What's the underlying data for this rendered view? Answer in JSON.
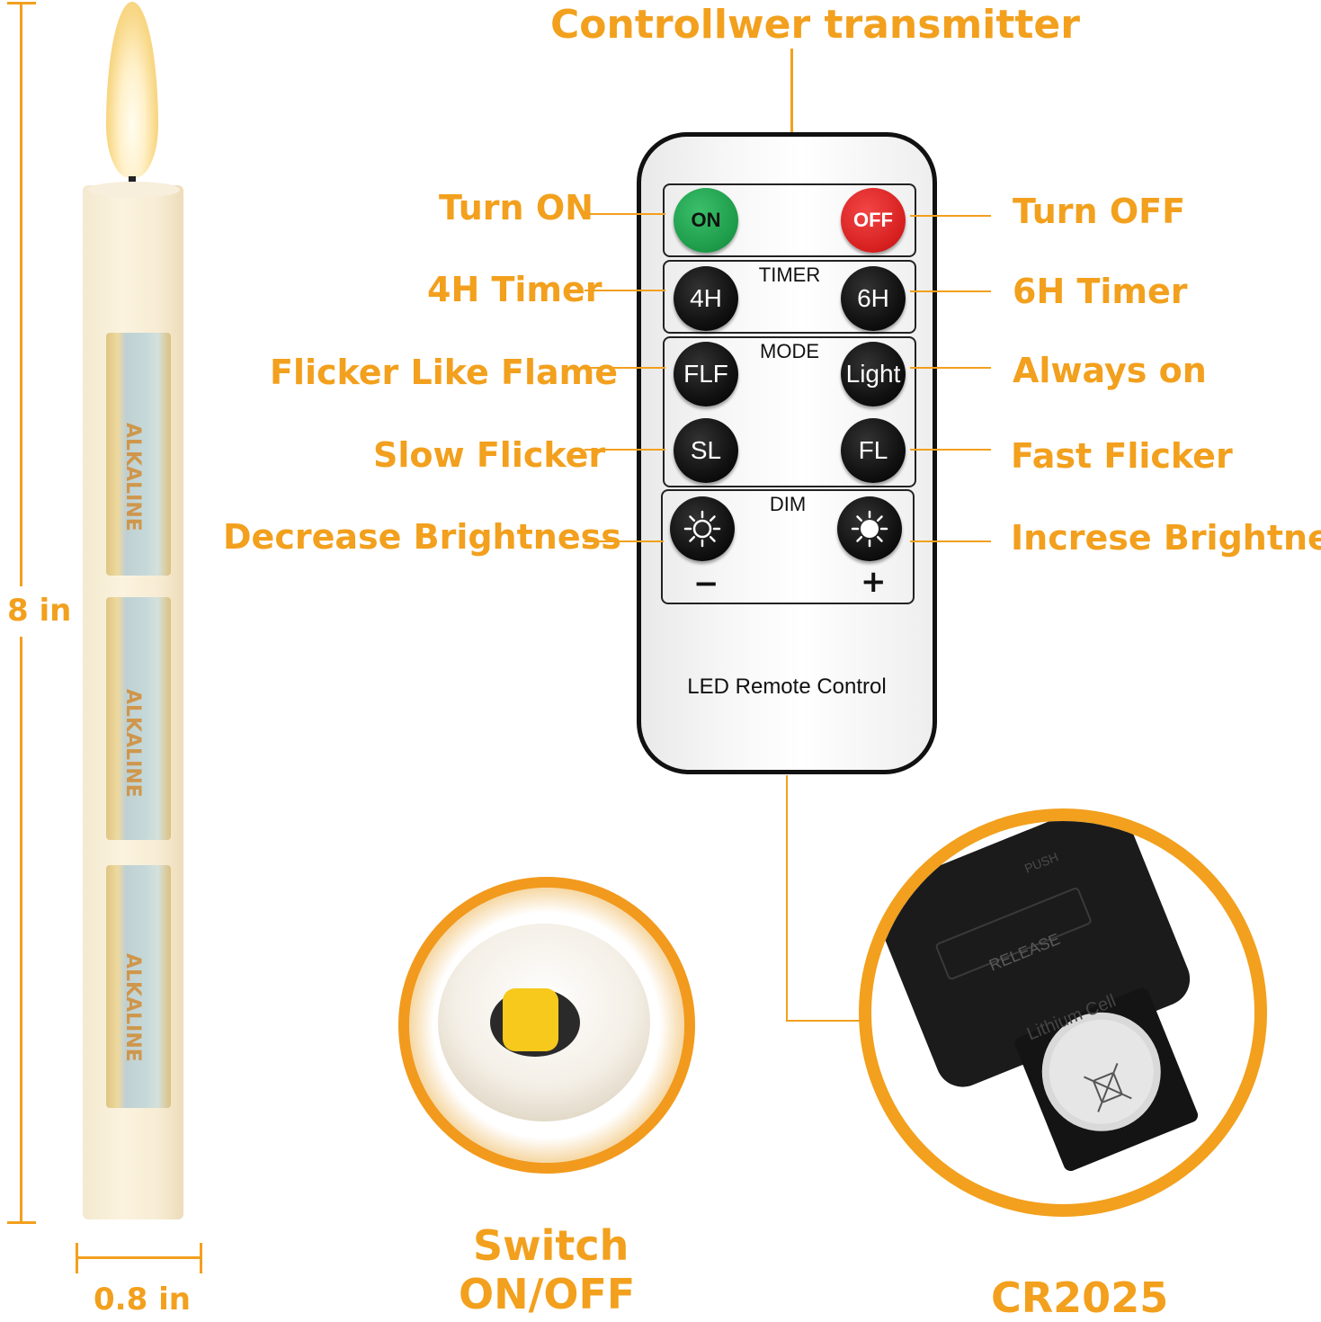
{
  "title": "Controllwer transmitter",
  "colors": {
    "accent_orange": "#f2a01d",
    "remote_outline": "#111111",
    "on_button": "#1c9a48",
    "off_button": "#d61f1f",
    "switch_yellow": "#f6c91c"
  },
  "labels": {
    "turn_on": "Turn ON",
    "turn_off": "Turn OFF",
    "timer_4h": "4H Timer",
    "timer_6h": "6H Timer",
    "flicker_like_flame": "Flicker Like Flame",
    "always_on": "Always on",
    "slow_flicker": "Slow Flicker",
    "fast_flicker": "Fast Flicker",
    "decrease_brightness": "Decrease Brightness",
    "increase_brightness": "Increse Brightness"
  },
  "remote": {
    "buttons": {
      "on": "ON",
      "off": "OFF",
      "h4": "4H",
      "h6": "6H",
      "flf": "FLF",
      "light": "Light",
      "sl": "SL",
      "fl": "FL"
    },
    "group_titles": {
      "timer": "TIMER",
      "mode": "MODE",
      "dim": "DIM"
    },
    "dim_minus": "−",
    "dim_plus": "+",
    "caption": "LED Remote Control"
  },
  "dimensions": {
    "height": "8 in",
    "width": "0.8 in"
  },
  "battery_label": "ALKALINE",
  "bottom": {
    "switch_line1": "Switch",
    "switch_line2": "ON/OFF",
    "battery_type": "CR2025",
    "coin_cell_text": "Lithium Cell",
    "release_text": "RELEASE",
    "push_text": "PUSH"
  }
}
